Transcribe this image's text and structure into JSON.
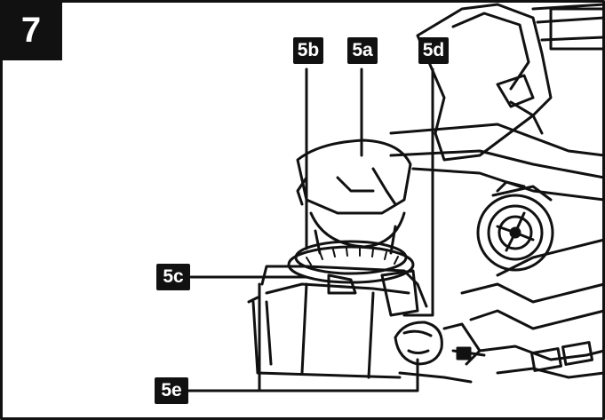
{
  "figure": {
    "step": "7",
    "callouts": {
      "c5a": "5a",
      "c5b": "5b",
      "c5c": "5c",
      "c5d": "5d",
      "c5e": "5e"
    }
  },
  "colors": {
    "ink": "#111111",
    "paper": "#ffffff"
  }
}
